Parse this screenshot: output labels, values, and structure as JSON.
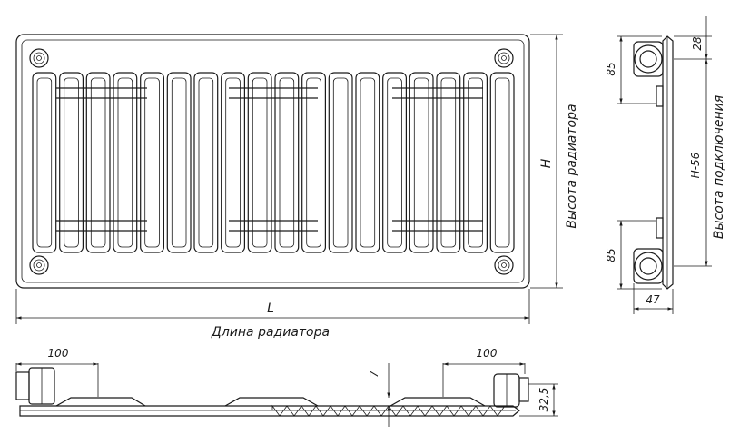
{
  "front_view": {
    "dim_length": "L",
    "caption_length": "Длина радиатора",
    "dim_height": "H",
    "caption_height": "Высота радиатора",
    "fin_count": 18
  },
  "side_view": {
    "dim_top_offset": "28",
    "dim_upper_pipe": "85",
    "dim_lower_pipe": "85",
    "dim_connection": "H-56",
    "caption_connection": "Высота подключения",
    "dim_depth": "47"
  },
  "bottom_view": {
    "dim_left_offset": "100",
    "dim_right_offset": "100",
    "dim_gap": "7",
    "dim_depth": "32,5"
  }
}
